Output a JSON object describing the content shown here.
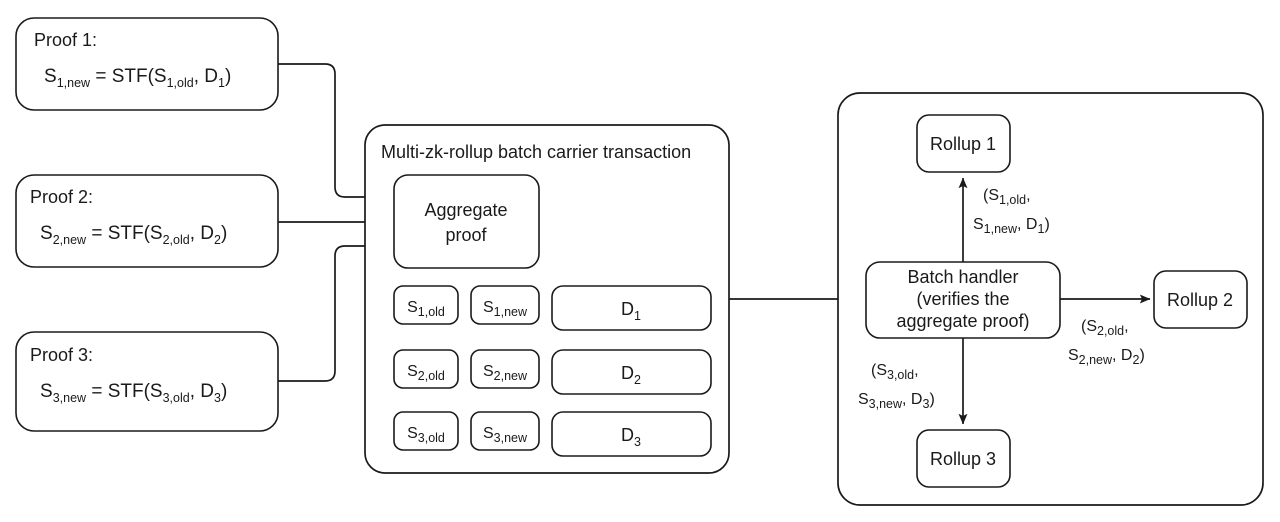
{
  "diagram": {
    "title_hidden": "Multi-zk-rollup batch aggregation flow",
    "proofs": [
      {
        "header": "Proof 1:",
        "eq_lhs_base": "S",
        "eq_lhs_sub": "1,new",
        "eq_mid": " = STF(S",
        "eq_arg_sub": "1,old",
        "eq_tail": ", D",
        "eq_tail_sub": "1",
        "eq_close": ")"
      },
      {
        "header": "Proof 2:",
        "eq_lhs_base": "S",
        "eq_lhs_sub": "2,new",
        "eq_mid": " = STF(S",
        "eq_arg_sub": "2,old",
        "eq_tail": ", D",
        "eq_tail_sub": "2",
        "eq_close": ")"
      },
      {
        "header": "Proof 3:",
        "eq_lhs_base": "S",
        "eq_lhs_sub": "3,new",
        "eq_mid": " = STF(S",
        "eq_arg_sub": "3,old",
        "eq_tail": ", D",
        "eq_tail_sub": "3",
        "eq_close": ")"
      }
    ],
    "carrier": {
      "title": "Multi-zk-rollup batch carrier transaction",
      "aggregate_line1": "Aggregate",
      "aggregate_line2": "proof",
      "rows": [
        {
          "old_base": "S",
          "old_sub": "1,old",
          "new_base": "S",
          "new_sub": "1,new",
          "data_base": "D",
          "data_sub": "1"
        },
        {
          "old_base": "S",
          "old_sub": "2,old",
          "new_base": "S",
          "new_sub": "2,new",
          "data_base": "D",
          "data_sub": "2"
        },
        {
          "old_base": "S",
          "old_sub": "3,old",
          "new_base": "S",
          "new_sub": "3,new",
          "data_base": "D",
          "data_sub": "3"
        }
      ]
    },
    "settlement": {
      "batch_handler_line1": "Batch handler",
      "batch_handler_line2": "(verifies the",
      "batch_handler_line3": "aggregate proof)",
      "rollup1": "Rollup 1",
      "rollup2": "Rollup 2",
      "rollup3": "Rollup 3",
      "edge1": {
        "l1_open": "(S",
        "l1_sub": "1,old",
        "l1_comma": ",",
        "l2_base": "S",
        "l2_sub": "1,new",
        "l2_mid": ", D",
        "l2_sub2": "1",
        "l2_close": ")"
      },
      "edge2": {
        "l1_open": "(S",
        "l1_sub": "2,old",
        "l1_comma": ",",
        "l2_base": "S",
        "l2_sub": "2,new",
        "l2_mid": ", D",
        "l2_sub2": "2",
        "l2_close": ")"
      },
      "edge3": {
        "l1_open": "(S",
        "l1_sub": "3,old",
        "l1_comma": ",",
        "l2_base": "S",
        "l2_sub": "3,new",
        "l2_mid": ", D",
        "l2_sub2": "3",
        "l2_close": ")"
      }
    },
    "colors": {
      "stroke": "#1a1a1a",
      "fill": "#ffffff",
      "text": "#1a1a1a"
    }
  }
}
